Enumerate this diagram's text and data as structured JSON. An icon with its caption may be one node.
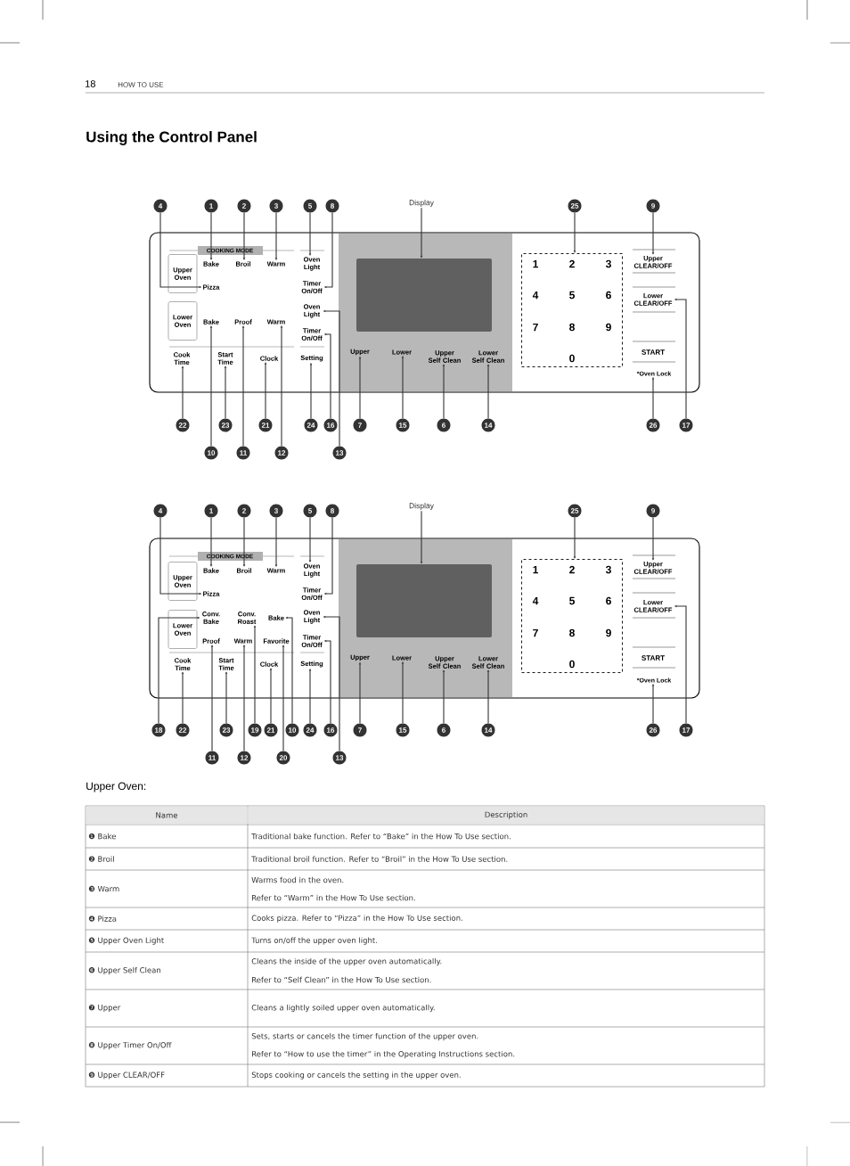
{
  "diagram": {
    "title": "Using the Control Panel",
    "nodes": [
      {
        "text": [
          "4"
        ]
      },
      {
        "text": [
          "1"
        ]
      },
      {
        "text": [
          "2"
        ]
      },
      {
        "text": [
          "3"
        ]
      },
      {
        "text": [
          "5"
        ]
      },
      {
        "text": [
          "8"
        ]
      },
      {
        "text": [
          "Display"
        ]
      },
      {
        "text": [
          "25"
        ]
      },
      {
        "text": [
          "9"
        ]
      },
      {
        "text": [
          "Upper Oven"
        ]
      },
      {
        "text": [
          "Bake"
        ]
      },
      {
        "text": [
          "Broil"
        ]
      },
      {
        "text": [
          "Warm"
        ]
      },
      {
        "text": [
          "Oven Light"
        ]
      },
      {
        "text": [
          "Pizza"
        ]
      },
      {
        "text": [
          "Timer On/Off"
        ]
      },
      {
        "text": [],
        "shape": "box"
      },
      {
        "text": [
          "1",
          "2",
          "3",
          "4",
          "5",
          "6",
          "7",
          "8",
          "9",
          "0"
        ]
      },
      {
        "text": [
          "Upper CLEAR/OFF"
        ]
      },
      {
        "text": [
          "Lower Oven"
        ]
      },
      {
        "text": [
          "Bake"
        ]
      },
      {
        "text": [
          "Proof"
        ]
      },
      {
        "text": [
          "Warm"
        ]
      },
      {
        "text": [
          "Oven Light"
        ]
      },
      {
        "text": [
          "Timer On/Off"
        ]
      },
      {
        "text": [
          "Lower CLEAR/OFF"
        ]
      },
      {
        "text": [
          "Cook Time"
        ]
      },
      {
        "text": [
          "Start Time"
        ]
      },
      {
        "text": [
          "Clock"
        ]
      },
      {
        "text": [
          "Setting"
        ]
      },
      {
        "text": [
          "Upper"
        ]
      },
      {
        "text": [
          "Lower"
        ]
      },
      {
        "text": [
          "Upper Self Clean"
        ]
      },
      {
        "text": [
          "Lower Self Clean"
        ]
      },
      {
        "text": [
          "*Oven Lock"
        ]
      },
      {
        "text": [
          "22"
        ]
      },
      {
        "text": [
          "23"
        ]
      },
      {
        "text": [
          "21"
        ]
      },
      {
        "text": [
          "24"
        ]
      },
      {
        "text": [
          "16"
        ]
      },
      {
        "text": [
          "7"
        ]
      },
      {
        "text": [
          "15"
        ]
      },
      {
        "text": [
          "6"
        ]
      },
      {
        "text": [
          "14"
        ]
      },
      {
        "text": [
          "26"
        ]
      },
      {
        "text": [
          "17"
        ]
      },
      {
        "text": [
          "10"
        ]
      },
      {
        "text": [
          "11"
        ]
      },
      {
        "text": [
          "12"
        ]
      },
      {
        "text": [
          "13"
        ]
      },
      {
        "text": [
          "4"
        ]
      },
      {
        "text": [
          "1"
        ]
      },
      {
        "text": [
          "2"
        ]
      },
      {
        "text": [
          "3"
        ]
      },
      {
        "text": [
          "5"
        ]
      },
      {
        "text": [
          "8"
        ]
      },
      {
        "text": [
          "Display"
        ]
      },
      {
        "text": [
          "25"
        ]
      },
      {
        "text": [
          "9"
        ]
      },
      {
        "text": [
          "Upper Oven"
        ]
      },
      {
        "text": [
          "Bake"
        ]
      },
      {
        "text": [
          "Broil"
        ]
      },
      {
        "text": [
          "Warm"
        ]
      },
      {
        "text": [
          "Oven Light"
        ]
      },
      {
        "text": [
          "Pizza"
        ]
      },
      {
        "text": [
          "Timer On/Off"
        ]
      },
      {
        "text": [],
        "shape": "box"
      },
      {
        "text": [
          "1",
          "2",
          "3",
          "4",
          "5",
          "6",
          "7",
          "8",
          "9",
          "0"
        ]
      },
      {
        "text": [
          "Upper CLEAR/OFF"
        ]
      },
      {
        "text": [
          "Lower Oven"
        ]
      },
      {
        "text": [
          "Conv. Bake"
        ]
      },
      {
        "text": [
          "Conv. Roast"
        ]
      },
      {
        "text": [
          "Bake"
        ]
      },
      {
        "text": [
          "Oven Light"
        ]
      },
      {
        "text": [
          "Proof"
        ]
      },
      {
        "text": [
          "Warm"
        ]
      },
      {
        "text": [
          "Favorite"
        ]
      },
      {
        "text": [
          "Timer On/Off"
        ]
      },
      {
        "text": [
          "Lower CLEAR/OFF"
        ]
      },
      {
        "text": [
          "Cook Time"
        ]
      },
      {
        "text": [
          "Start Time"
        ]
      },
      {
        "text": [
          "Clock"
        ]
      },
      {
        "text": [
          "Setting"
        ]
      },
      {
        "text": [
          "Upper"
        ]
      },
      {
        "text": [
          "Lower"
        ]
      },
      {
        "text": [
          "Upper Self Clean"
        ]
      },
      {
        "text": [
          "Lower Self Clean"
        ]
      },
      {
        "text": [
          "*Oven Lock"
        ]
      },
      {
        "text": [
          "18"
        ]
      },
      {
        "text": [
          "22"
        ]
      },
      {
        "text": [
          "23"
        ]
      },
      {
        "text": [
          "19"
        ]
      },
      {
        "text": [
          "21"
        ]
      },
      {
        "text": [
          "10"
        ]
      },
      {
        "text": [
          "24"
        ]
      },
      {
        "text": [
          "16"
        ]
      },
      {
        "text": [
          "7"
        ]
      },
      {
        "text": [
          "15"
        ]
      },
      {
        "text": [
          "6"
        ]
      },
      {
        "text": [
          "14"
        ]
      },
      {
        "text": [
          "26"
        ]
      },
      {
        "text": [
          "17"
        ]
      },
      {
        "text": [
          "11"
        ]
      },
      {
        "text": [
          "12"
        ]
      },
      {
        "text": [
          "20"
        ]
      },
      {
        "text": [
          "13"
        ]
      }
    ],
    "edges": [
      {
        "from": 0,
        "to": 14,
        "arrow": "to"
      },
      {
        "from": 1,
        "to": 10,
        "arrow": "to"
      },
      {
        "from": 2,
        "to": 11,
        "arrow": "to"
      },
      {
        "from": 3,
        "to": 12,
        "arrow": "to"
      },
      {
        "from": 4,
        "to": 13,
        "arrow": "to"
      },
      {
        "from": 5,
        "to": 15,
        "arrow": "to"
      },
      {
        "from": 6,
        "to": 16,
        "arrow": "to"
      },
      {
        "from": 7,
        "to": 17,
        "arrow": "to"
      },
      {
        "from": 8,
        "to": 18,
        "arrow": "to"
      },
      {
        "from": 35,
        "to": 26,
        "arrow": "to"
      },
      {
        "from": 36,
        "to": 27,
        "arrow": "to"
      },
      {
        "from": 37,
        "to": 28,
        "arrow": "to"
      },
      {
        "from": 38,
        "to": 29,
        "arrow": "to"
      },
      {
        "from": 39,
        "to": 24,
        "arrow": "to"
      },
      {
        "from": 40,
        "to": 30,
        "arrow": "to"
      },
      {
        "from": 41,
        "to": 31,
        "arrow": "to"
      },
      {
        "from": 42,
        "to": 32,
        "arrow": "to"
      },
      {
        "from": 43,
        "to": 33,
        "arrow": "to"
      },
      {
        "from": 44,
        "to": 34,
        "arrow": "to"
      },
      {
        "from": 45,
        "to": 25,
        "arrow": "to"
      },
      {
        "from": 46,
        "to": 20,
        "arrow": "to"
      },
      {
        "from": 47,
        "to": 21,
        "arrow": "to"
      },
      {
        "from": 48,
        "to": 22,
        "arrow": "to"
      },
      {
        "from": 49,
        "to": 23,
        "arrow": "to"
      },
      {
        "from": 50,
        "to": 64,
        "arrow": "to"
      },
      {
        "from": 51,
        "to": 60,
        "arrow": "to"
      },
      {
        "from": 52,
        "to": 61,
        "arrow": "to"
      },
      {
        "from": 53,
        "to": 62,
        "arrow": "to"
      },
      {
        "from": 54,
        "to": 63,
        "arrow": "to"
      },
      {
        "from": 55,
        "to": 65,
        "arrow": "to"
      },
      {
        "from": 56,
        "to": 66,
        "arrow": "to"
      },
      {
        "from": 57,
        "to": 67,
        "arrow": "to"
      },
      {
        "from": 58,
        "to": 68,
        "arrow": "to"
      },
      {
        "from": 88,
        "to": 70,
        "arrow": "to"
      },
      {
        "from": 89,
        "to": 79,
        "arrow": "to"
      },
      {
        "from": 90,
        "to": 80,
        "arrow": "to"
      },
      {
        "from": 91,
        "to": 71,
        "arrow": "to"
      },
      {
        "from": 92,
        "to": 81,
        "arrow": "to"
      },
      {
        "from": 93,
        "to": 72,
        "arrow": "to"
      },
      {
        "from": 94,
        "to": 82,
        "arrow": "to"
      },
      {
        "from": 95,
        "to": 77,
        "arrow": "to"
      },
      {
        "from": 96,
        "to": 83,
        "arrow": "to"
      },
      {
        "from": 97,
        "to": 84,
        "arrow": "to"
      },
      {
        "from": 98,
        "to": 85,
        "arrow": "to"
      },
      {
        "from": 99,
        "to": 86,
        "arrow": "to"
      },
      {
        "from": 100,
        "to": 87,
        "arrow": "to"
      },
      {
        "from": 101,
        "to": 78,
        "arrow": "to"
      },
      {
        "from": 102,
        "to": 74,
        "arrow": "to"
      },
      {
        "from": 103,
        "to": 75,
        "arrow": "to"
      },
      {
        "from": 104,
        "to": 76,
        "arrow": "to"
      },
      {
        "from": 105,
        "to": 73,
        "arrow": "to"
      }
    ],
    "labels": [
      "18",
      "HOW TO USE",
      "COOKING MODE",
      "START",
      "COOKING MODE",
      "START",
      "Upper Oven:",
      "Name",
      "Description",
      "❶ Bake",
      "Traditional bake function. Refer to “Bake” in the How To Use section.",
      "❷ Broil",
      "Traditional broil function. Refer to “Broil” in the How To Use section.",
      "❸ Warm",
      "Warms food in the oven.",
      "Refer to “Warm” in the How To Use section.",
      "❹ Pizza",
      "Cooks pizza. Refer to “Pizza” in the How To Use section.",
      "❺ Upper Oven Light",
      "Turns on/off the upper oven light.",
      "❻ Upper Self Clean",
      "Cleans the inside of the upper oven automatically.",
      "Refer to “Self Clean” in the How To Use section.",
      "❼ Upper",
      "Cleans a lightly soiled upper oven automatically.",
      "❽ Upper Timer On/Off",
      "Sets, starts or cancels the timer function of the upper oven.",
      "Refer to “How to use the timer” in the Operating Instructions section.",
      "❾ Upper CLEAR/OFF",
      "Stops cooking or cancels the setting in the upper oven."
    ]
  }
}
